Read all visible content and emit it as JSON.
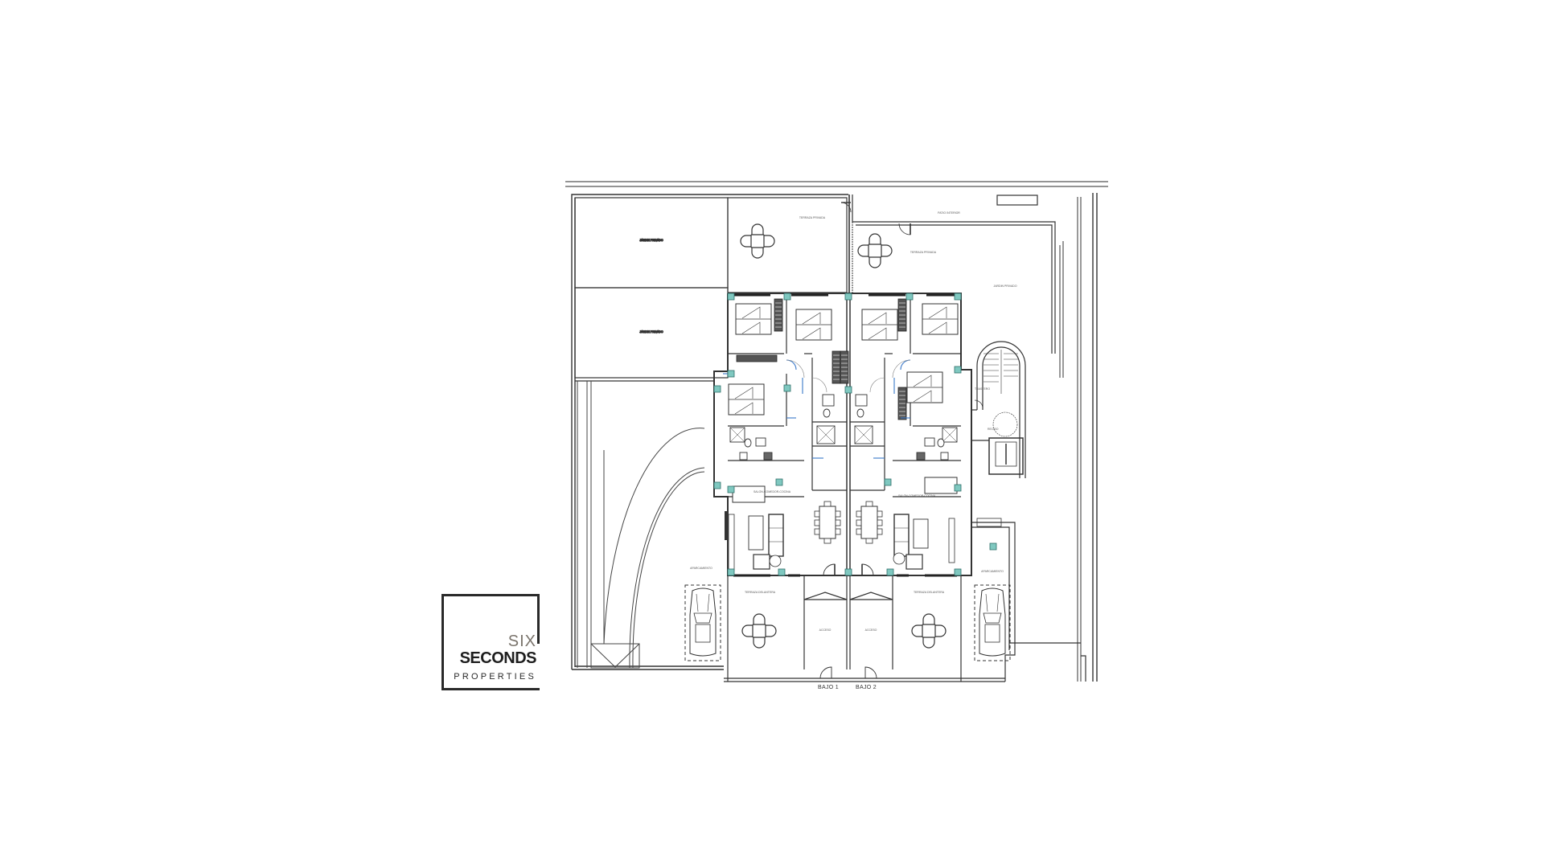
{
  "document": {
    "type": "architectural-floor-plan",
    "description": "Ground floor plan of two mirrored semi-detached apartments with terraces, gardens, parking spaces and a shared stair/lift core"
  },
  "logo": {
    "line1": "SIX",
    "line2": "SECONDS",
    "line3": "PROPERTIES",
    "colors": {
      "six": "#7a746c",
      "seconds": "#1e1e1e",
      "frame": "#2a2a2a"
    }
  },
  "units": [
    {
      "id": "bajo-1",
      "label": "BAJO 1"
    },
    {
      "id": "bajo-2",
      "label": "BAJO 2"
    }
  ],
  "colors": {
    "background": "#ffffff",
    "wall": "#333333",
    "column": "#7fc8c0",
    "door_swing_accent": "#3a78c8"
  },
  "rooms_note": "Room labels (dormitorio, baño, salón-comedor-cocina, terraza, jardín, aparcamiento, acceso) are rendered in illegible CAD micro-text and are shown only as placeholder marks."
}
